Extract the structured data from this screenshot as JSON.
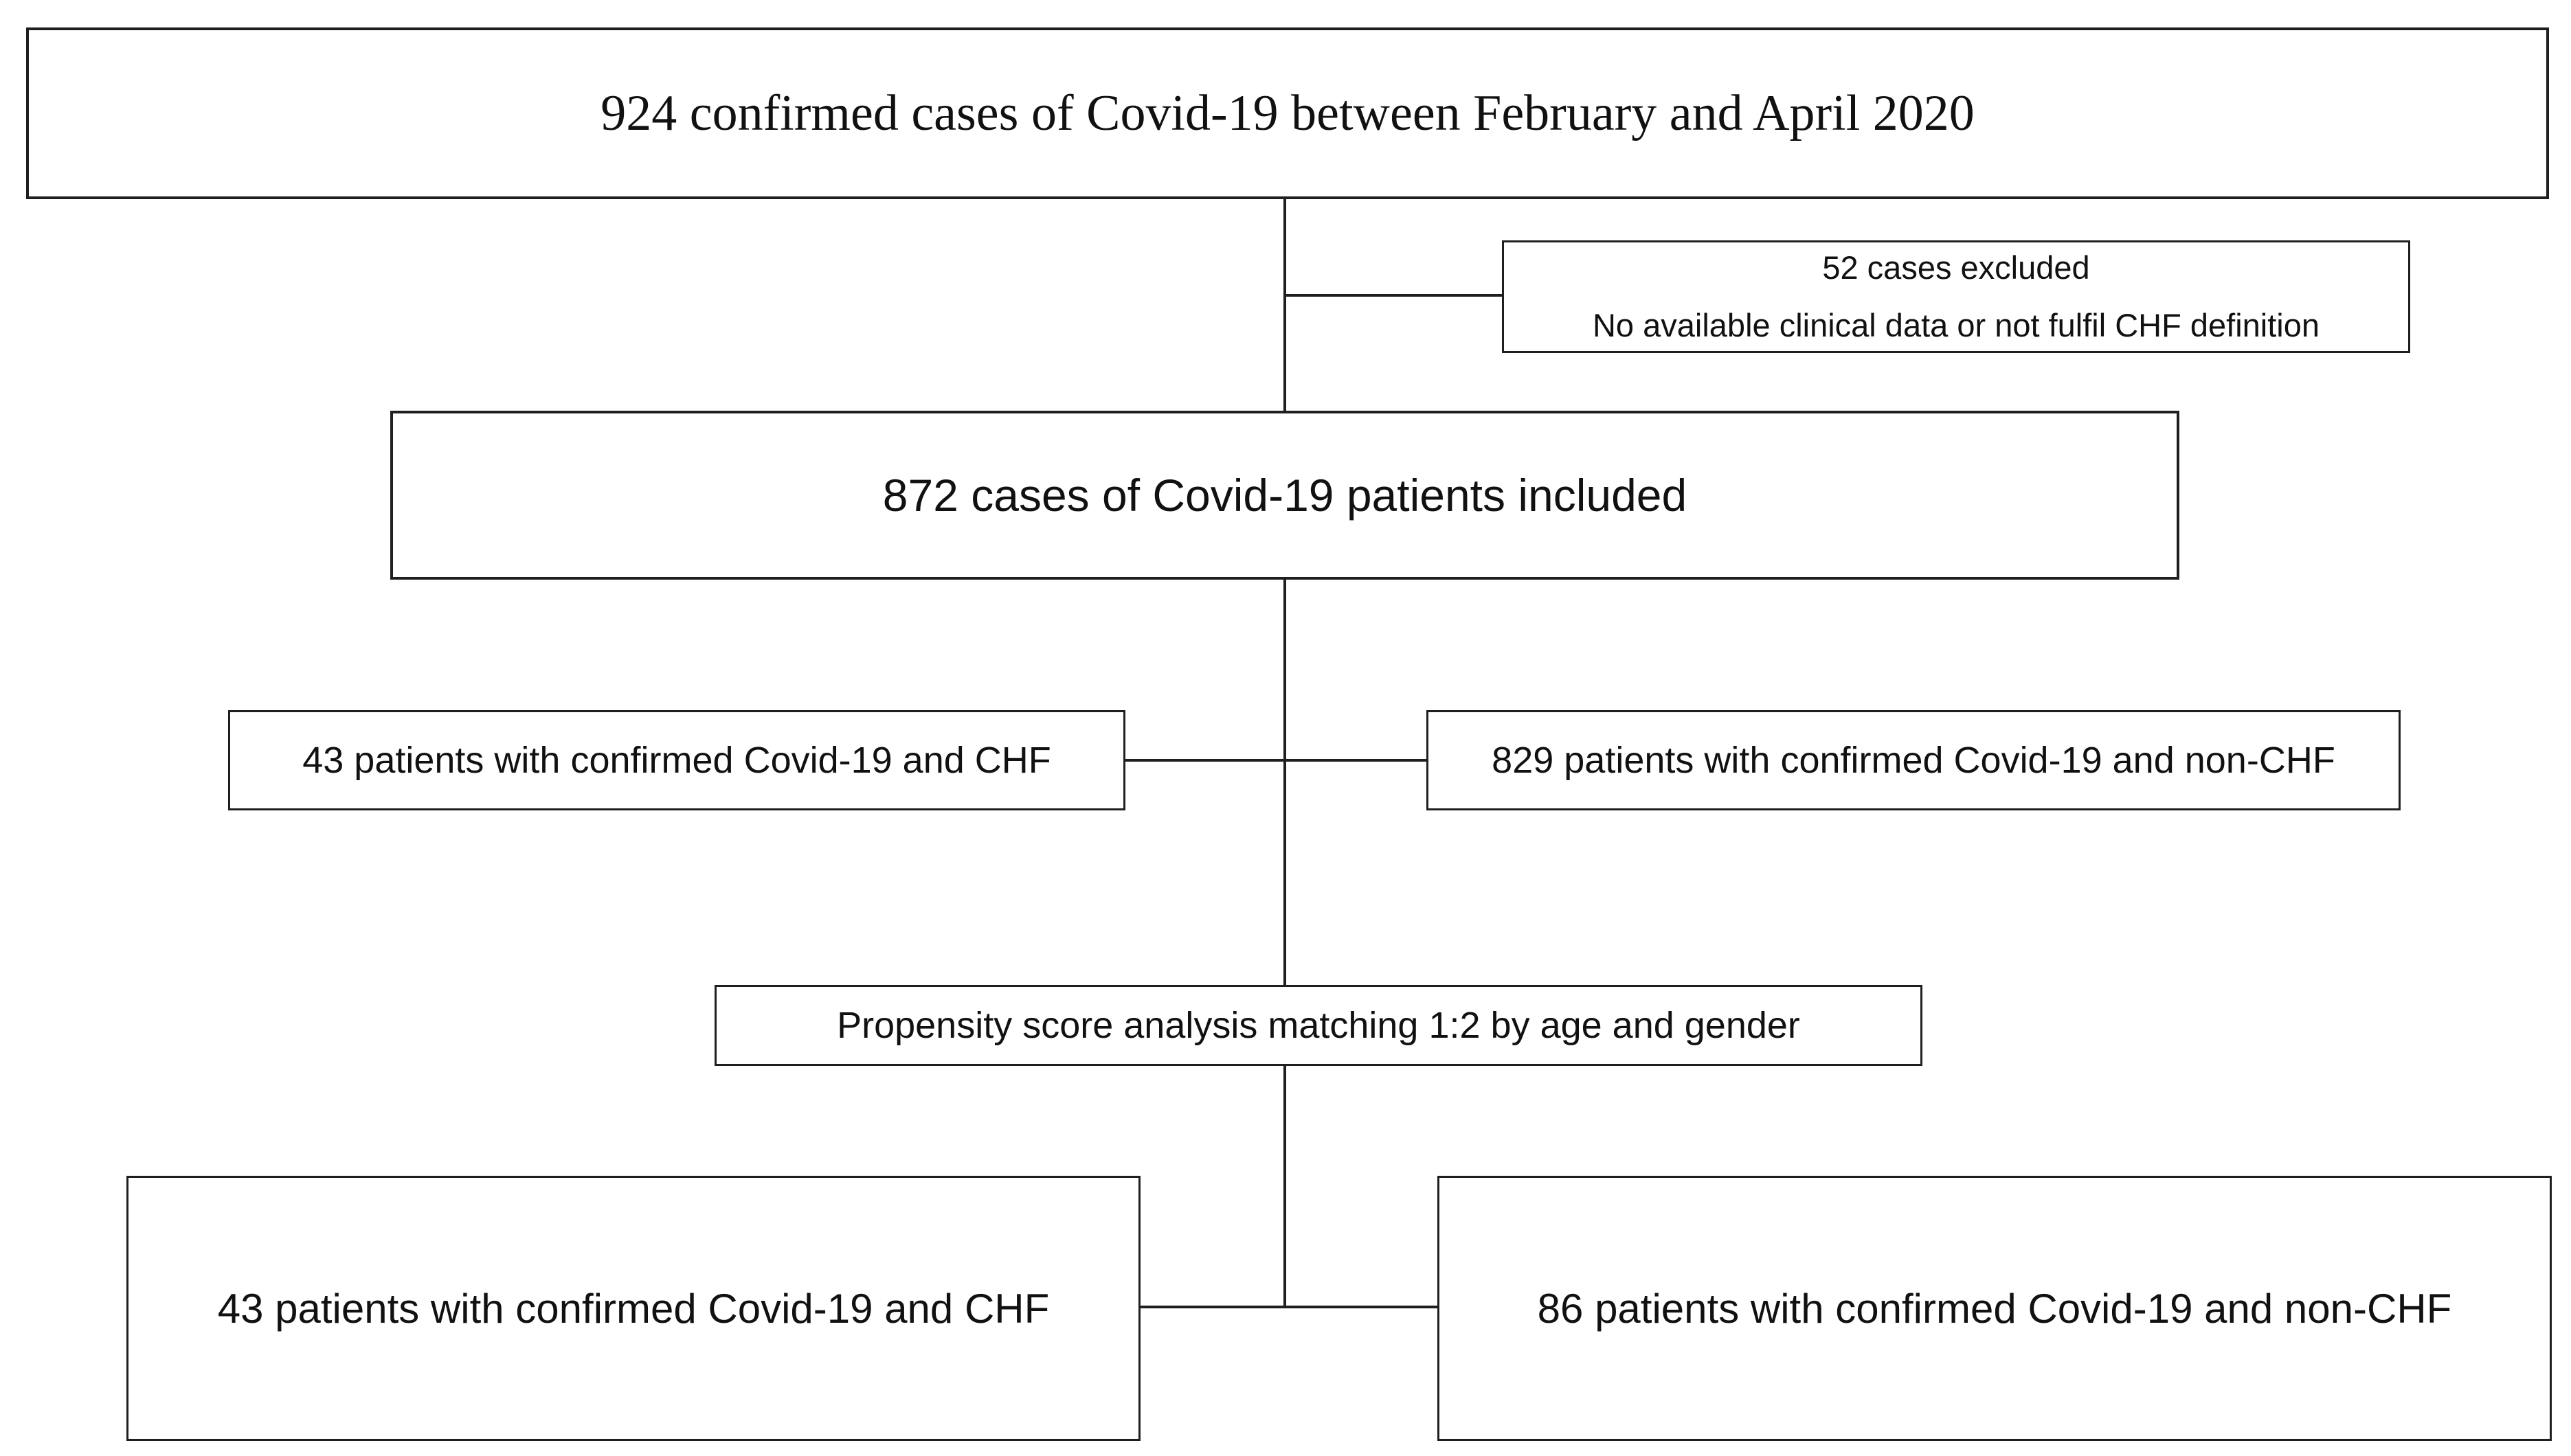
{
  "flowchart": {
    "top_box": "924 confirmed cases of Covid-19 between February and April 2020",
    "excluded": {
      "line1": "52 cases excluded",
      "line2": "No available clinical data or not fulfil CHF definition"
    },
    "included_box": "872 cases of Covid-19 patients included",
    "chf_box": "43 patients with confirmed Covid-19 and CHF",
    "non_chf_box": "829 patients with confirmed Covid-19 and non-CHF",
    "matching_box": "Propensity score analysis matching 1:2 by age and gender",
    "matched_chf_box": "43 patients with confirmed Covid-19 and CHF",
    "matched_non_chf_box": "86 patients with confirmed Covid-19 and non-CHF"
  },
  "colors": {
    "stroke": "#1f1f1f",
    "background": "#ffffff",
    "text": "#111111"
  }
}
